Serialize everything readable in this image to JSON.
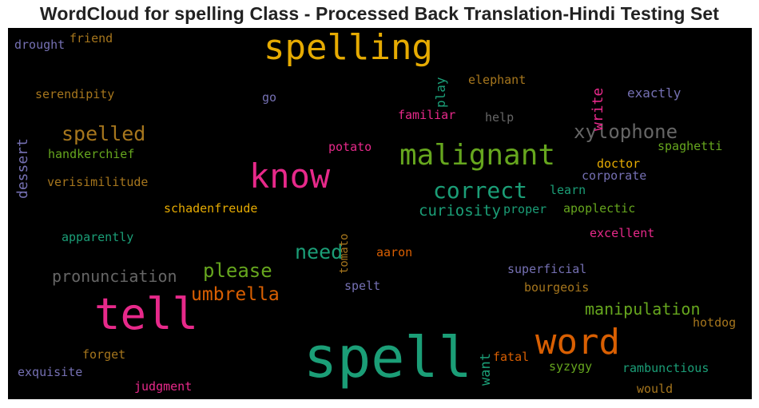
{
  "chart_data": {
    "type": "wordcloud",
    "title": "WordCloud for spelling Class - Processed Back Translation-Hindi Testing Set",
    "background": "#000000",
    "palette": [
      "#1b9e77",
      "#d95f02",
      "#7570b3",
      "#e7298a",
      "#66a61e",
      "#e6ab02",
      "#a6761d",
      "#666666"
    ],
    "words": [
      {
        "text": "spell",
        "color": "#1b9e77"
      },
      {
        "text": "tell",
        "color": "#e7298a"
      },
      {
        "text": "spelling",
        "color": "#e6ab02"
      },
      {
        "text": "know",
        "color": "#e7298a"
      },
      {
        "text": "word",
        "color": "#d95f02"
      },
      {
        "text": "malignant",
        "color": "#66a61e"
      },
      {
        "text": "correct",
        "color": "#1b9e77"
      },
      {
        "text": "spelled",
        "color": "#a6761d"
      },
      {
        "text": "xylophone",
        "color": "#666666"
      },
      {
        "text": "please",
        "color": "#66a61e"
      },
      {
        "text": "umbrella",
        "color": "#d95f02"
      },
      {
        "text": "need",
        "color": "#1b9e77"
      },
      {
        "text": "pronunciation",
        "color": "#666666"
      },
      {
        "text": "manipulation",
        "color": "#66a61e"
      },
      {
        "text": "curiosity",
        "color": "#1b9e77"
      },
      {
        "text": "dessert",
        "color": "#7570b3"
      },
      {
        "text": "write",
        "color": "#e7298a"
      },
      {
        "text": "want",
        "color": "#1b9e77"
      },
      {
        "text": "play",
        "color": "#1b9e77"
      },
      {
        "text": "friend",
        "color": "#a6761d"
      },
      {
        "text": "drought",
        "color": "#7570b3"
      },
      {
        "text": "elephant",
        "color": "#a6761d"
      },
      {
        "text": "exactly",
        "color": "#7570b3"
      },
      {
        "text": "serendipity",
        "color": "#a6761d"
      },
      {
        "text": "go",
        "color": "#7570b3"
      },
      {
        "text": "familiar",
        "color": "#e7298a"
      },
      {
        "text": "help",
        "color": "#666666"
      },
      {
        "text": "handkerchief",
        "color": "#66a61e"
      },
      {
        "text": "potato",
        "color": "#e7298a"
      },
      {
        "text": "spaghetti",
        "color": "#66a61e"
      },
      {
        "text": "doctor",
        "color": "#e6ab02"
      },
      {
        "text": "corporate",
        "color": "#7570b3"
      },
      {
        "text": "verisimilitude",
        "color": "#a6761d"
      },
      {
        "text": "tomato",
        "color": "#a6761d"
      },
      {
        "text": "learn",
        "color": "#1b9e77"
      },
      {
        "text": "schadenfreude",
        "color": "#e6ab02"
      },
      {
        "text": "proper",
        "color": "#1b9e77"
      },
      {
        "text": "apoplectic",
        "color": "#66a61e"
      },
      {
        "text": "excellent",
        "color": "#e7298a"
      },
      {
        "text": "apparently",
        "color": "#1b9e77"
      },
      {
        "text": "aaron",
        "color": "#d95f02"
      },
      {
        "text": "superficial",
        "color": "#7570b3"
      },
      {
        "text": "spelt",
        "color": "#7570b3"
      },
      {
        "text": "bourgeois",
        "color": "#a6761d"
      },
      {
        "text": "hotdog",
        "color": "#a6761d"
      },
      {
        "text": "forget",
        "color": "#a6761d"
      },
      {
        "text": "fatal",
        "color": "#d95f02"
      },
      {
        "text": "syzygy",
        "color": "#66a61e"
      },
      {
        "text": "rambunctious",
        "color": "#1b9e77"
      },
      {
        "text": "exquisite",
        "color": "#7570b3"
      },
      {
        "text": "judgment",
        "color": "#e7298a"
      },
      {
        "text": "would",
        "color": "#a6761d"
      }
    ]
  }
}
